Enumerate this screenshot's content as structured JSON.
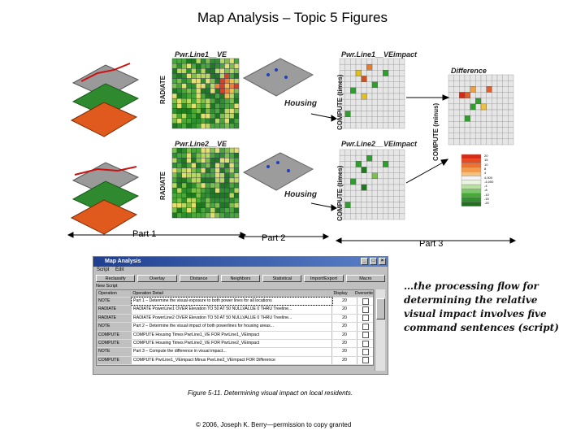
{
  "title": "Map Analysis – Topic 5 Figures",
  "figure": {
    "top_row": {
      "axis_label_left": "RADIATE",
      "panel1": "Pwr.Line1__VE",
      "panel1_inset": "Housing",
      "axis_label_mid": "COMPUTE (times)",
      "panel2": "Pwr.Line1__VEimpact"
    },
    "bottom_row": {
      "axis_label_left": "RADIATE",
      "panel1": "Pwr.Line2__VE",
      "panel1_inset": "Housing",
      "axis_label_mid": "COMPUTE (times)",
      "panel2": "Pwr.Line2__VEimpact"
    },
    "difference": {
      "title": "Difference",
      "axis_label": "COMPUTE (minus)",
      "legend": [
        "20",
        "15",
        "10",
        "8",
        "4",
        "4,000",
        "-4,000",
        "-4",
        "-8",
        "-10",
        "-15",
        "-20"
      ]
    },
    "parts": [
      "Part 1",
      "Part 2",
      "Part 3"
    ]
  },
  "window": {
    "title": "Map Analysis",
    "menu": [
      "Script",
      "Edit"
    ],
    "toolbar": [
      "Reclassify",
      "Overlay",
      "Distance",
      "Neighbors",
      "Statistical",
      "Import/Export",
      "Macro"
    ],
    "new_script": "New Script",
    "columns": [
      "Operation",
      "Operation Detail",
      "Display",
      "Overwrite"
    ],
    "rows": [
      {
        "op": "NOTE",
        "detail": "Part 1 – Determine the visual exposure to both power lines for all locations",
        "display": "20"
      },
      {
        "op": "RADIATE",
        "detail": "RADIATE PowerLine1 OVER Elevation TO 50 AT 50 NULLVALUE 0 THRU Treeline...",
        "display": "20"
      },
      {
        "op": "RADIATE",
        "detail": "RADIATE PowerLine2 OVER Elevation TO 50 AT 50 NULLVALUE 0 THRU Treeline...",
        "display": "20"
      },
      {
        "op": "NOTE",
        "detail": "Part 2 – Determine the visual impact of both powerlines for housing areas...",
        "display": "20"
      },
      {
        "op": "COMPUTE",
        "detail": "COMPUTE Housing Times PwrLine1_VE FOR PwrLine1_VEimpact",
        "display": "20"
      },
      {
        "op": "COMPUTE",
        "detail": "COMPUTE Housing Times PwrLine2_VE FOR PwrLine2_VEimpact",
        "display": "20"
      },
      {
        "op": "NOTE",
        "detail": "Part 3 – Compute the difference in visual impact...",
        "display": "20"
      },
      {
        "op": "COMPUTE",
        "detail": "COMPUTE PwrLine1_VEimpact Minus PwrLine2_VEimpact FOR Difference",
        "display": "20"
      }
    ]
  },
  "annotation": "…the processing flow for determining the relative visual impact involves five command sentences (script)",
  "caption": "Figure 5-11.  Determining visual impact on local residents.",
  "copyright": "© 2006, Joseph K. Berry—permission to copy granted",
  "colors": {
    "accent": "#1f3f8f",
    "impact_red": "#d62a14",
    "impact_green": "#2f9e2f"
  }
}
